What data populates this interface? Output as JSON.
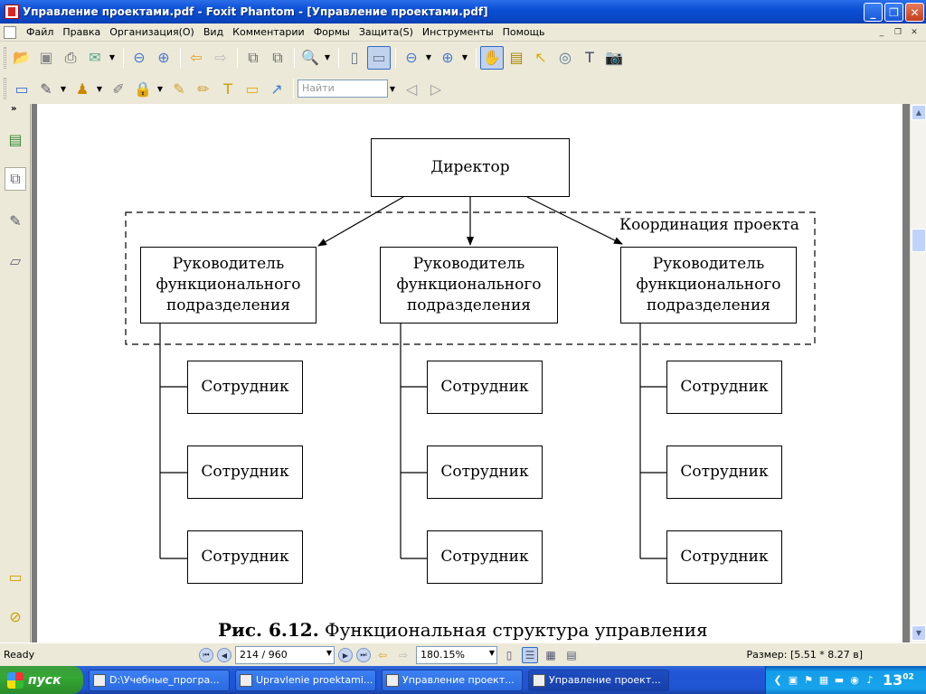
{
  "window": {
    "title": "Управление проектами.pdf - Foxit Phantom - [Управление проектами.pdf]",
    "controls": [
      "minimize",
      "maximize",
      "close"
    ]
  },
  "menu": [
    "Файл",
    "Правка",
    "Организация(O)",
    "Вид",
    "Комментарии",
    "Формы",
    "Защита(S)",
    "Инструменты",
    "Помощь"
  ],
  "toolbar": {
    "find_placeholder": "Найти"
  },
  "diagram": {
    "director": "Директор",
    "coordination_label": "Координация проекта",
    "manager_line1": "Руководитель",
    "manager_line2": "функционального",
    "manager_line3": "подразделения",
    "employee": "Сотрудник",
    "caption_number": "Рис. 6.12.",
    "caption_text": "Функциональная структура управления"
  },
  "status": {
    "ready": "Ready",
    "page": "214 / 960",
    "zoom": "180.15%",
    "size": "Размер: [5.51 * 8.27 в]"
  },
  "taskbar": {
    "start": "пуск",
    "tasks": [
      "D:\\Учебные_програ...",
      "Upravlenie proektami...",
      "Управление проект...",
      "Управление проект..."
    ],
    "clock_hour": "13",
    "clock_min": "02"
  }
}
